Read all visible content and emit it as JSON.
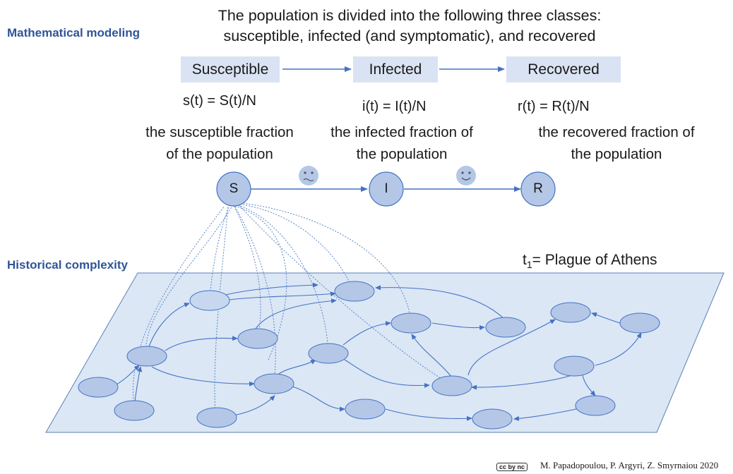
{
  "labels": {
    "math_modeling": "Mathematical modeling",
    "historical": "Historical complexity"
  },
  "intro": {
    "line1": "The population is divided into the following three classes:",
    "line2": "susceptible, infected (and symptomatic), and recovered"
  },
  "classes": [
    {
      "box": "Susceptible",
      "formula": "s(t) = S(t)/N",
      "desc1": "the susceptible fraction",
      "desc2": "of the population",
      "node": "S"
    },
    {
      "box": "Infected",
      "formula": "i(t) = I(t)/N",
      "desc1": "the infected fraction of",
      "desc2": "the population",
      "node": "I"
    },
    {
      "box": "Recovered",
      "formula": "r(t) = R(t)/N",
      "desc1": "the recovered fraction of",
      "desc2": "the population",
      "node": "R"
    }
  ],
  "event": {
    "prefix": "t",
    "sub": "1",
    "text": "= Plague of Athens"
  },
  "credit": {
    "license": "cc by nc",
    "authors": "M. Papadopoulou, P. Argyri, Z. Smyrnaiou 2020"
  },
  "colors": {
    "accent": "#2f5597",
    "box_fill": "#dae3f3",
    "node_fill": "#b4c7e7",
    "node_stroke": "#4472c4",
    "plane": "#dbe7f5"
  },
  "icons": [
    "sad-face-icon",
    "happy-face-icon",
    "creative-commons-icon"
  ]
}
